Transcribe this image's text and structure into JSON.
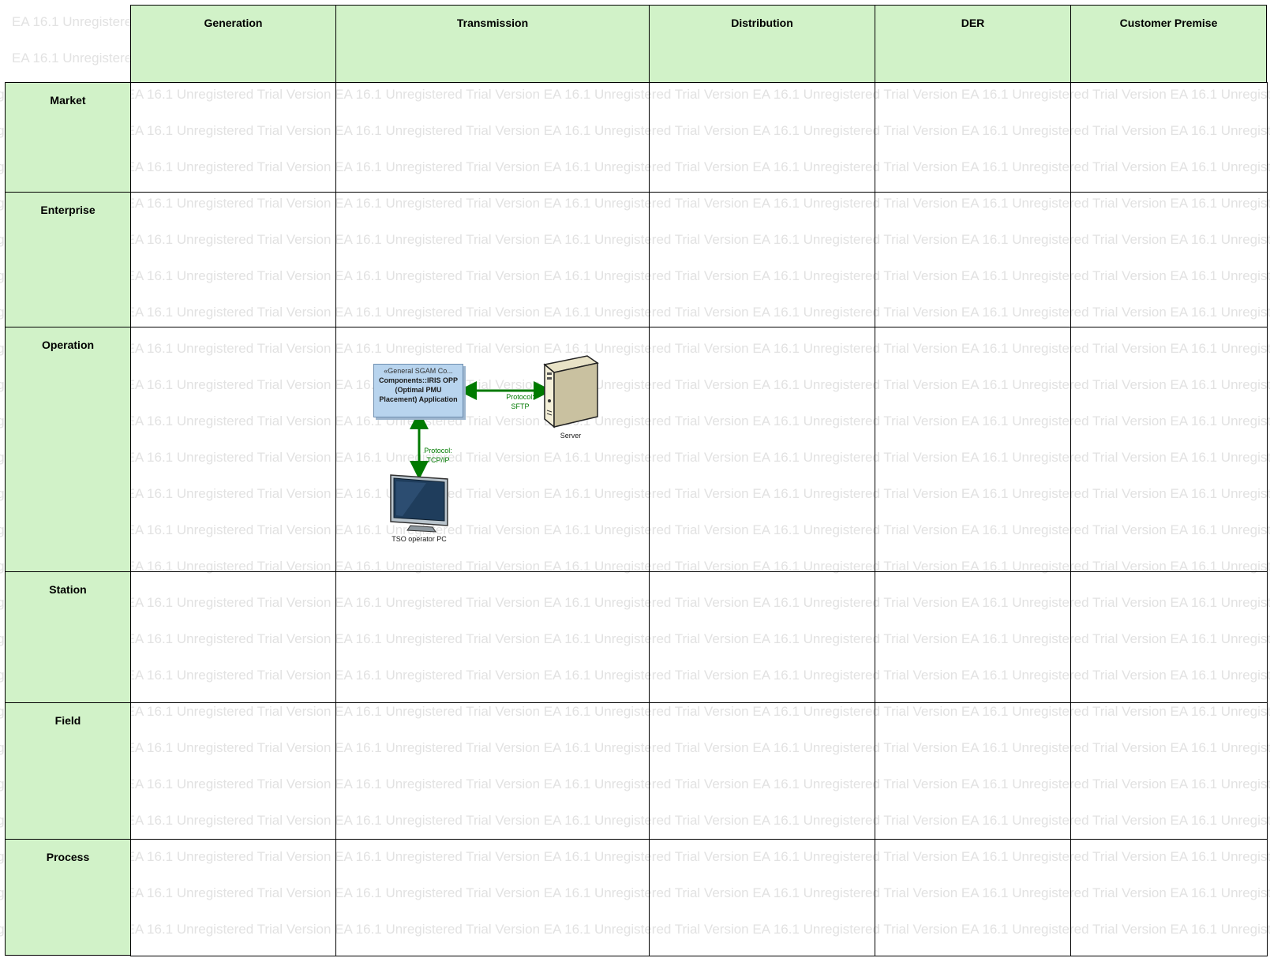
{
  "watermark": "EA 16.1 Unregistered Trial Version",
  "columns": [
    "Generation",
    "Transmission",
    "Distribution",
    "DER",
    "Customer Premise"
  ],
  "rows": [
    "Market",
    "Enterprise",
    "Operation",
    "Station",
    "Field",
    "Process"
  ],
  "diagram": {
    "component": {
      "stereotype": "«General SGAM Co...",
      "name_line1": "Components::IRIS OPP",
      "name_line2": "(Optimal PMU",
      "name_line3": "Placement) Application"
    },
    "server_label": "Server",
    "pc_label": "TSO operator PC",
    "link_sftp_line1": "Protocol:",
    "link_sftp_line2": "SFTP",
    "link_tcp_line1": "Protocol:",
    "link_tcp_line2": "TCP/IP",
    "arrow_color": "#007a00"
  },
  "colors": {
    "header_fill": "#d1f2c8",
    "border": "#000000",
    "watermark_text": "#e2e2e2"
  }
}
